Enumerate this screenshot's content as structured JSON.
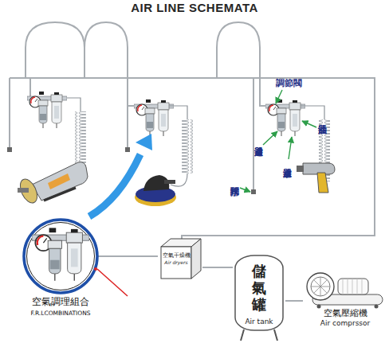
{
  "diagram": {
    "title": "AIR LINE SCHEMATA",
    "nodes": [
      {
        "text": [
          "空氣調理組合",
          "F.R.LCOMBINATIONS"
        ]
      },
      {
        "text": [
          "空氣干燥機",
          "Air dryers"
        ]
      },
      {
        "text": [
          "儲氣罐",
          "Air tank"
        ]
      },
      {
        "text": [
          "空氣壓縮機",
          "Air comprssor"
        ]
      }
    ],
    "edges": [
      {
        "from": 1,
        "to": 2,
        "arrow": "none"
      },
      {
        "from": 2,
        "to": 3,
        "arrow": "none"
      }
    ],
    "labels": [
      "調節閥",
      "注油器",
      "過濾器",
      "濾水器",
      "排水閥"
    ]
  }
}
